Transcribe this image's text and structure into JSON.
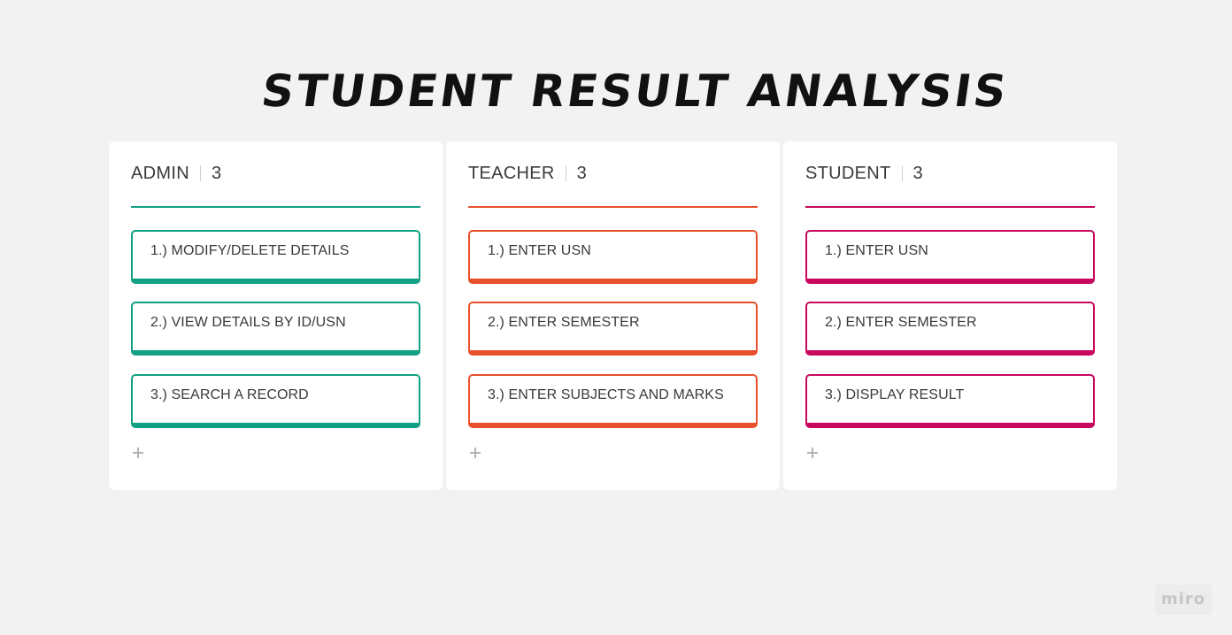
{
  "board": {
    "title": "STUDENT RESULT ANALYSIS",
    "logo_text": "miro"
  },
  "columns": [
    {
      "name": "ADMIN",
      "count": "3",
      "color": "#12a084",
      "cards": [
        "1.) MODIFY/DELETE DETAILS",
        "2.) VIEW DETAILS BY ID/USN",
        "3.) SEARCH A RECORD"
      ],
      "add_icon": "plus-icon"
    },
    {
      "name": "TEACHER",
      "count": "3",
      "color": "#e8502c",
      "cards": [
        "1.) ENTER USN",
        "2.) ENTER SEMESTER",
        "3.) ENTER SUBJECTS AND MARKS"
      ],
      "add_icon": "plus-icon"
    },
    {
      "name": "STUDENT",
      "count": "3",
      "color": "#c8085e",
      "cards": [
        "1.) ENTER USN",
        "2.) ENTER SEMESTER",
        "3.) DISPLAY RESULT"
      ],
      "add_icon": "plus-icon"
    }
  ]
}
